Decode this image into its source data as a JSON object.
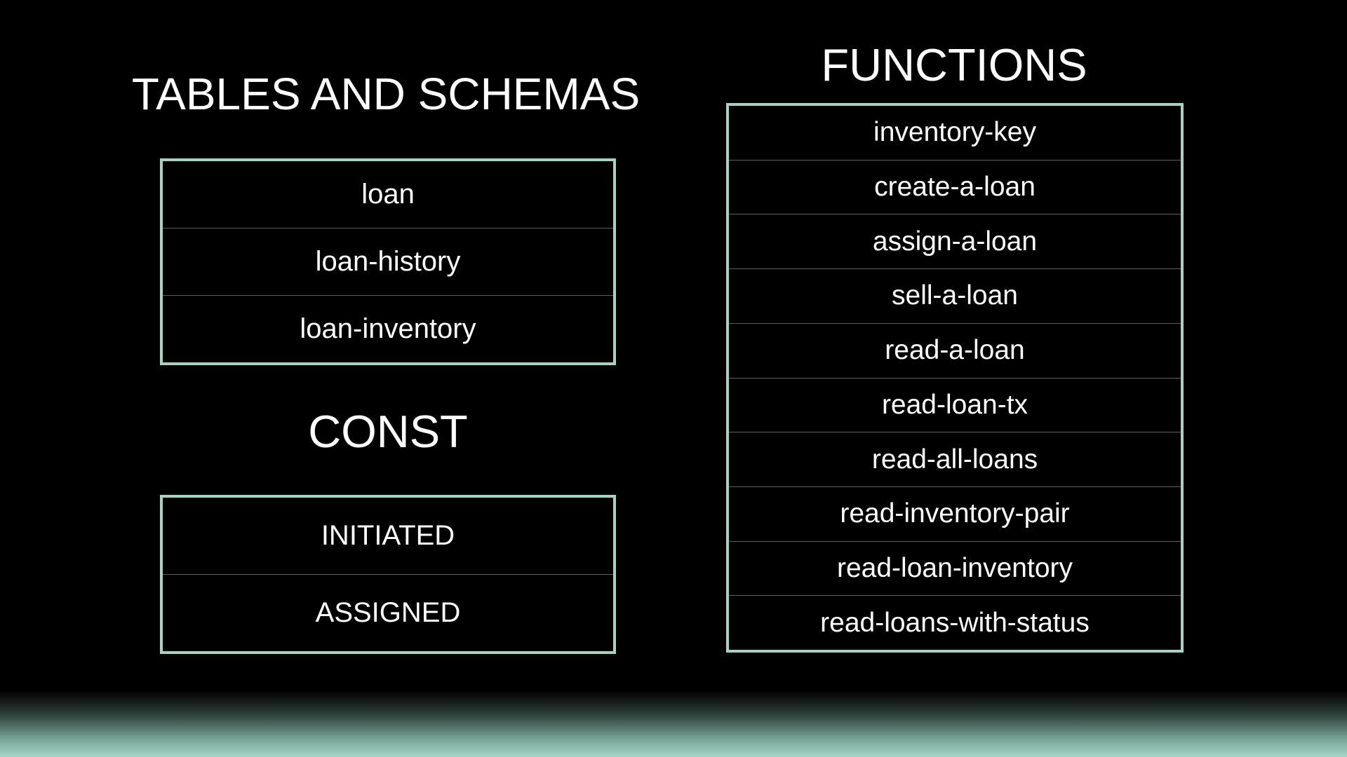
{
  "colors": {
    "background": "#000000",
    "box_border": "#a7d3c7",
    "row_divider": "#5d5d5d",
    "text": "#ffffff",
    "bottom_band_end": "#a6d4c6"
  },
  "tables_and_schemas": {
    "heading": "TABLES AND SCHEMAS",
    "items": [
      "loan",
      "loan-history",
      "loan-inventory"
    ]
  },
  "const": {
    "heading": "CONST",
    "items": [
      "INITIATED",
      "ASSIGNED"
    ]
  },
  "functions": {
    "heading": "FUNCTIONS",
    "items": [
      "inventory-key",
      "create-a-loan",
      "assign-a-loan",
      "sell-a-loan",
      "read-a-loan",
      "read-loan-tx",
      "read-all-loans",
      "read-inventory-pair",
      "read-loan-inventory",
      "read-loans-with-status"
    ]
  }
}
